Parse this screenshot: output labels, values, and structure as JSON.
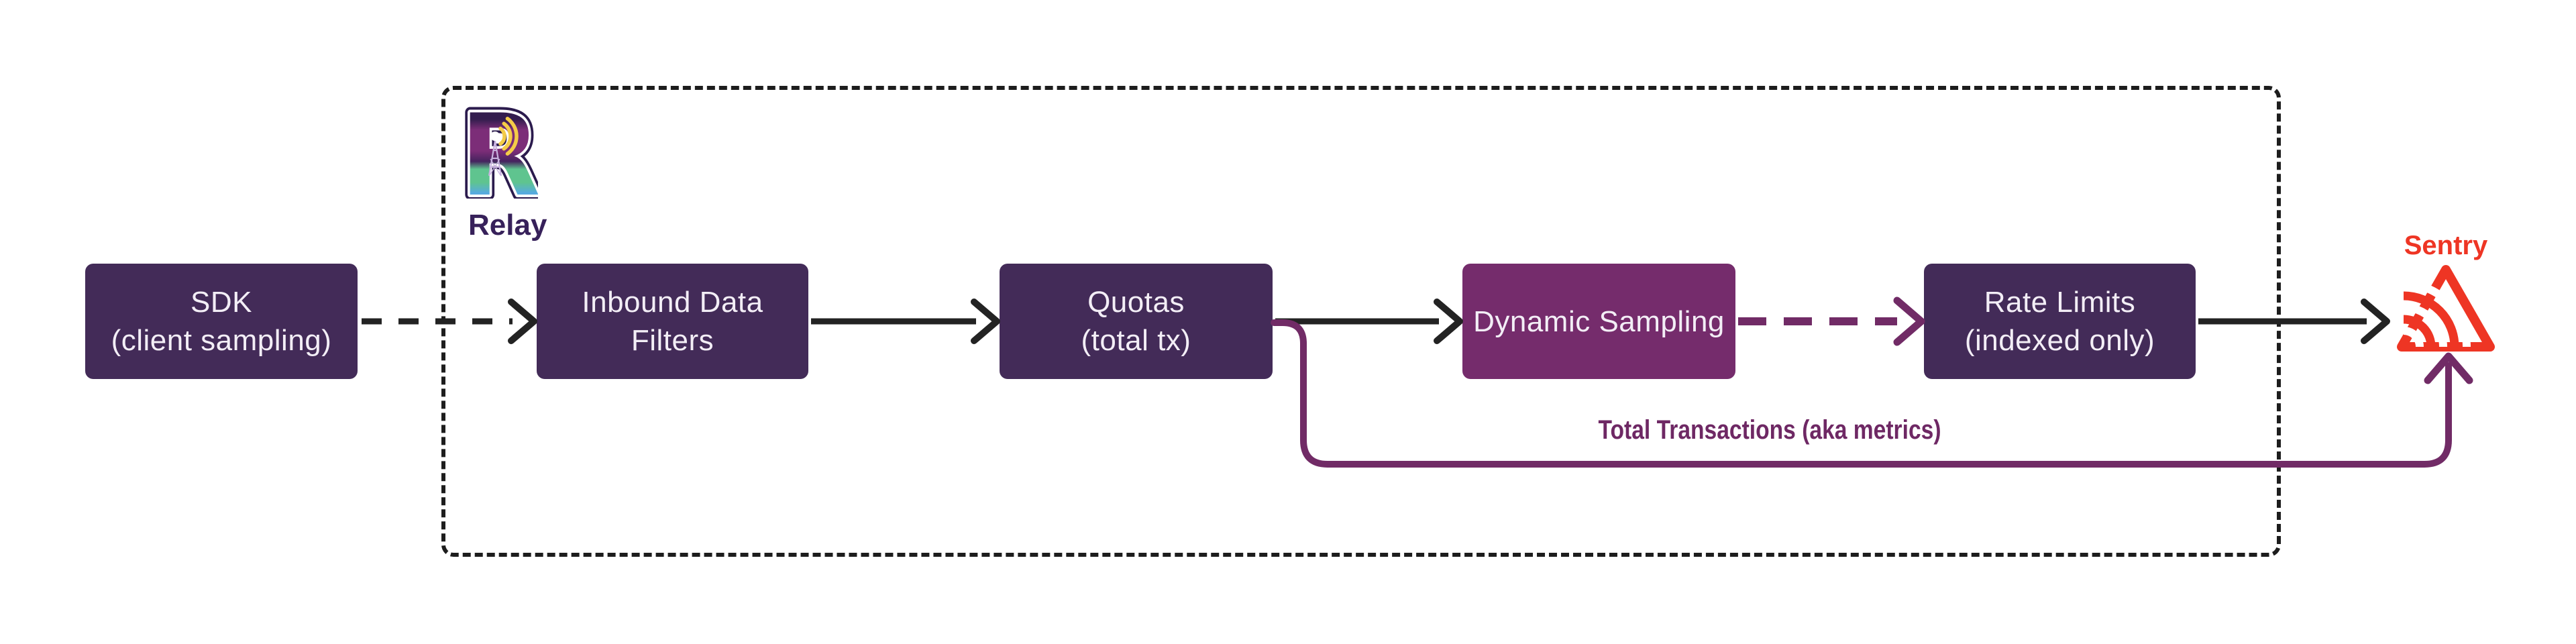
{
  "relay": {
    "label": "Relay",
    "logo_icon": "relay-logo",
    "logo_letter": "R"
  },
  "sentry": {
    "label": "Sentry",
    "logo_icon": "sentry-logo"
  },
  "nodes": [
    {
      "id": "sdk",
      "lines": [
        "SDK",
        "(client sampling)"
      ]
    },
    {
      "id": "inbound-data-filters",
      "lines": [
        "Inbound Data",
        "Filters"
      ]
    },
    {
      "id": "quotas",
      "lines": [
        "Quotas",
        "(total tx)"
      ]
    },
    {
      "id": "dynamic-sampling",
      "lines": [
        "Dynamic Sampling"
      ]
    },
    {
      "id": "rate-limits",
      "lines": [
        "Rate Limits",
        "(indexed only)"
      ]
    }
  ],
  "edges": [
    {
      "from": "sdk",
      "to": "inbound-data-filters",
      "style": "dashed",
      "color": "black"
    },
    {
      "from": "inbound-data-filters",
      "to": "quotas",
      "style": "solid",
      "color": "black"
    },
    {
      "from": "quotas",
      "to": "dynamic-sampling",
      "style": "solid",
      "color": "black"
    },
    {
      "from": "dynamic-sampling",
      "to": "rate-limits",
      "style": "dashed",
      "color": "purple"
    },
    {
      "from": "rate-limits",
      "to": "sentry",
      "style": "solid",
      "color": "black"
    },
    {
      "from": "quotas",
      "to": "sentry",
      "style": "solid",
      "color": "purple",
      "label": "Total Transactions (aka metrics)"
    }
  ],
  "colors": {
    "node_dark": "#432b58",
    "node_magenta": "#752c6c",
    "edge_black": "#232323",
    "edge_purple": "#712b66",
    "edge_label_text": "#6e2864",
    "relay_wordmark": "#37215a",
    "sentry_red": "#ee3524",
    "container_border": "#1d1d1d",
    "node_text": "#f3eef6",
    "background": "#ffffff"
  }
}
